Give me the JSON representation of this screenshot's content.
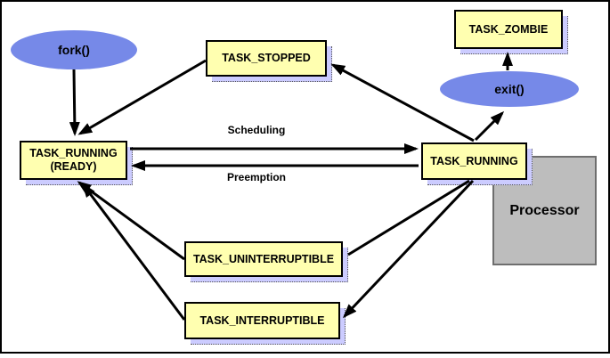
{
  "diagram": {
    "nodes": {
      "fork": {
        "label": "fork()",
        "type": "event"
      },
      "exit": {
        "label": "exit()",
        "type": "event"
      },
      "task_stopped": {
        "label": "TASK_STOPPED",
        "type": "state"
      },
      "task_zombie": {
        "label": "TASK_ZOMBIE",
        "type": "state"
      },
      "task_running_ready": {
        "label": "TASK_RUNNING",
        "sublabel": "(READY)",
        "type": "state"
      },
      "task_running": {
        "label": "TASK_RUNNING",
        "type": "state"
      },
      "task_uninterruptible": {
        "label": "TASK_UNINTERRUPTIBLE",
        "type": "state"
      },
      "task_interruptible": {
        "label": "TASK_INTERRUPTIBLE",
        "type": "state"
      },
      "processor": {
        "label": "Processor",
        "type": "hardware"
      }
    },
    "edge_labels": {
      "scheduling": "Scheduling",
      "preemption": "Preemption"
    },
    "edges": [
      {
        "from": "fork",
        "to": "task_running_ready",
        "arrow": true
      },
      {
        "from": "task_stopped",
        "to": "task_running_ready",
        "arrow": true
      },
      {
        "from": "task_running_ready",
        "to": "task_running",
        "label": "Scheduling",
        "arrow": true
      },
      {
        "from": "task_running",
        "to": "task_running_ready",
        "label": "Preemption",
        "arrow": true
      },
      {
        "from": "task_running",
        "to": "task_stopped",
        "arrow": true
      },
      {
        "from": "task_running",
        "to": "exit",
        "arrow": true
      },
      {
        "from": "exit",
        "to": "task_zombie",
        "arrow": true
      },
      {
        "from": "task_uninterruptible",
        "to": "task_running_ready",
        "arrow": true
      },
      {
        "from": "task_interruptible",
        "to": "task_running_ready",
        "arrow": true
      },
      {
        "from": "task_running",
        "to": "task_uninterruptible",
        "arrow": false
      },
      {
        "from": "task_running",
        "to": "task_interruptible",
        "arrow": true
      }
    ],
    "colors": {
      "state_fill": "#FFFFB0",
      "event_fill": "#7689E8",
      "shadow_fill": "#CCCCFF",
      "processor_fill": "#BDBDBD",
      "line": "#000000"
    }
  }
}
